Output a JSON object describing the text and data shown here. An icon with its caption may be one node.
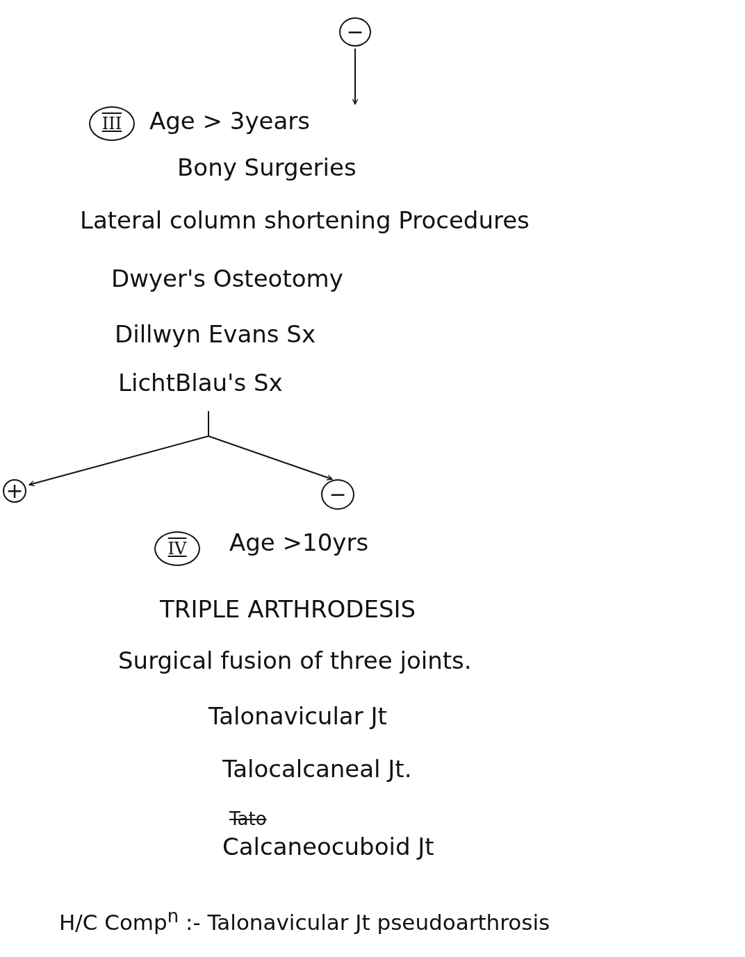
{
  "diagram": {
    "nodes": [
      {
        "text": [
          "−"
        ]
      },
      {
        "text": [
          "Age > 3years",
          "Bony Surgeries",
          "Lateral column shortening Procedures",
          "Dwyer's Osteotomy",
          "Dillwyn Evans Sx",
          "LichtBlau's Sx"
        ]
      },
      {
        "text": [
          "+"
        ]
      },
      {
        "text": [
          "−"
        ]
      }
    ],
    "edges": [
      {
        "from": 0,
        "to": 1,
        "arrow": "to"
      },
      {
        "from": 1,
        "to": 2,
        "arrow": "to"
      },
      {
        "from": 1,
        "to": 3,
        "arrow": "to"
      }
    ],
    "labels": [
      "III",
      "IV",
      "Age >10yrs",
      "TRIPLE ARTHRODESIS",
      "Surgical fusion of three joints.",
      "Talonavicular Jt",
      "Talocalcaneal Jt.",
      "Tato",
      "Calcaneocuboid Jt",
      "H/C Comp$^{n}$ :- Talonavicular Jt pseudoarthrosis"
    ]
  }
}
